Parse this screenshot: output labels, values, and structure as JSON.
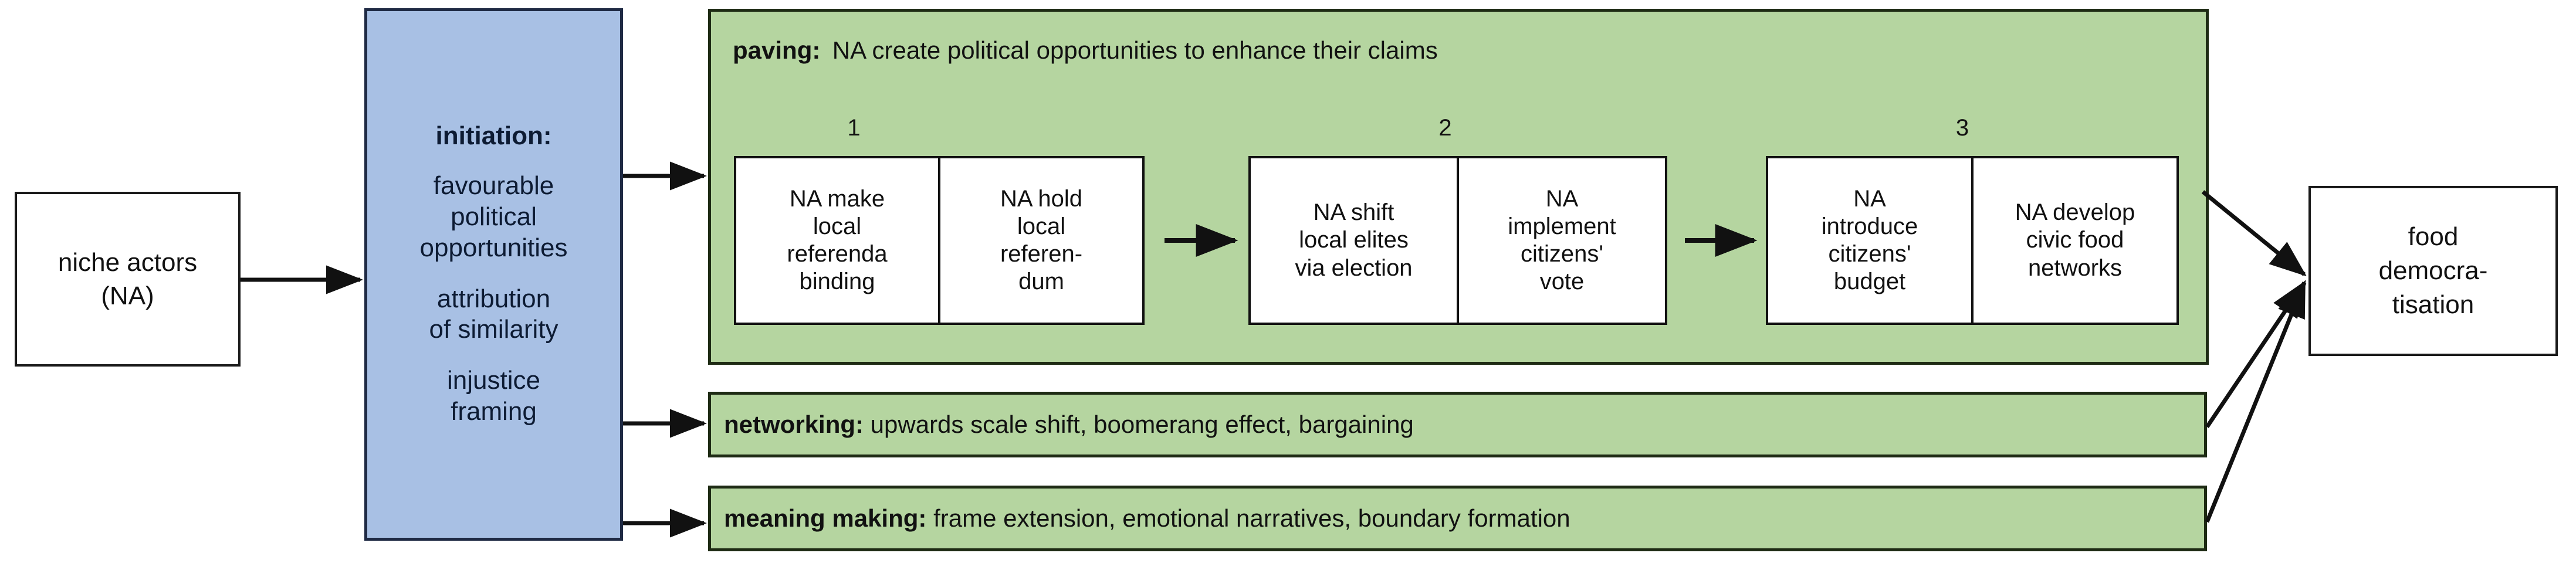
{
  "diagram": {
    "source_node": {
      "line1": "niche actors",
      "line2": "(NA)"
    },
    "initiation": {
      "title": "initiation:",
      "items": [
        "favourable\npolitical\nopportunities",
        "attribution\nof similarity",
        "injustice\nframing"
      ],
      "item1_l1": "favourable",
      "item1_l2": "political",
      "item1_l3": "opportunities",
      "item2_l1": "attribution",
      "item2_l2": "of similarity",
      "item3_l1": "injustice",
      "item3_l2": "framing"
    },
    "paving": {
      "label": "paving:",
      "description": "NA create political opportunities to enhance their claims",
      "groups": [
        {
          "number": "1",
          "cells": [
            {
              "l1": "NA make",
              "l2": "local",
              "l3": "referenda",
              "l4": "binding"
            },
            {
              "l1": "NA hold",
              "l2": "local",
              "l3": "referen-",
              "l4": "dum"
            }
          ]
        },
        {
          "number": "2",
          "cells": [
            {
              "l1": "NA shift",
              "l2": "local elites",
              "l3": "via election",
              "l4": ""
            },
            {
              "l1": "NA",
              "l2": "implement",
              "l3": "citizens'",
              "l4": "vote"
            }
          ]
        },
        {
          "number": "3",
          "cells": [
            {
              "l1": "NA",
              "l2": "introduce",
              "l3": "citizens'",
              "l4": "budget"
            },
            {
              "l1": "NA develop",
              "l2": "civic food",
              "l3": "networks",
              "l4": ""
            }
          ]
        }
      ]
    },
    "networking": {
      "label": "networking:",
      "description": " upwards scale shift, boomerang effect, bargaining"
    },
    "meaning_making": {
      "label": "meaning making:",
      "description": " frame extension, emotional narratives, boundary formation"
    },
    "outcome_node": {
      "line1": "food",
      "line2": "democra-",
      "line3": "tisation"
    },
    "colors": {
      "blue_fill": "#a8c0e4",
      "blue_border": "#1f2a44",
      "green_fill": "#b5d5a0",
      "green_border": "#1e2b14",
      "box_border": "#111111",
      "page_background": "#ffffff"
    }
  }
}
